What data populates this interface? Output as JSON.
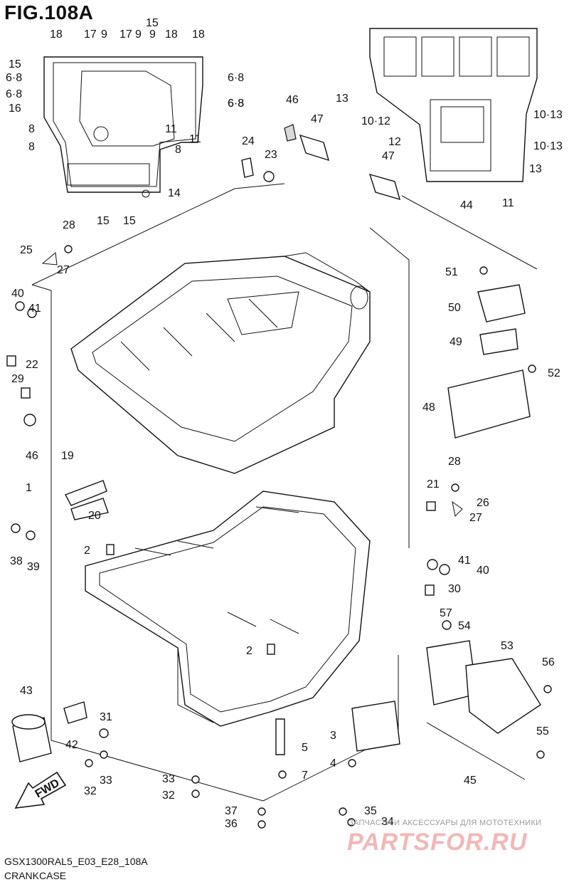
{
  "figure_title": "FIG.108A",
  "footer": {
    "code": "GSX1300RAL5_E03_E28_108A",
    "name": "CRANKCASE"
  },
  "fwd_label": "FWD",
  "watermark": {
    "line1": "ЗАПЧАСТИ И АКСЕССУАРЫ ДЛЯ МОТОТЕХНИКИ",
    "line2": "PARTSFOR.RU"
  },
  "callouts": [
    "18",
    "17",
    "9",
    "17",
    "9",
    "15",
    "9",
    "18",
    "18",
    "15",
    "6·8",
    "6·8",
    "6·8",
    "6·8",
    "16",
    "6·8",
    "8",
    "8",
    "11",
    "8",
    "11",
    "14",
    "15",
    "15",
    "13",
    "10·12",
    "10·13",
    "12",
    "10·13",
    "13",
    "11",
    "46",
    "47",
    "47",
    "24",
    "23",
    "44",
    "28",
    "25",
    "27",
    "51",
    "50",
    "49",
    "52",
    "48",
    "40",
    "41",
    "22",
    "29",
    "46",
    "19",
    "1",
    "20",
    "28",
    "21",
    "26",
    "27",
    "2",
    "38",
    "39",
    "41",
    "40",
    "30",
    "57",
    "54",
    "53",
    "56",
    "2",
    "43",
    "42",
    "31",
    "33",
    "32",
    "3",
    "4",
    "5",
    "7",
    "55",
    "45",
    "33",
    "32",
    "37",
    "36",
    "35",
    "34"
  ]
}
